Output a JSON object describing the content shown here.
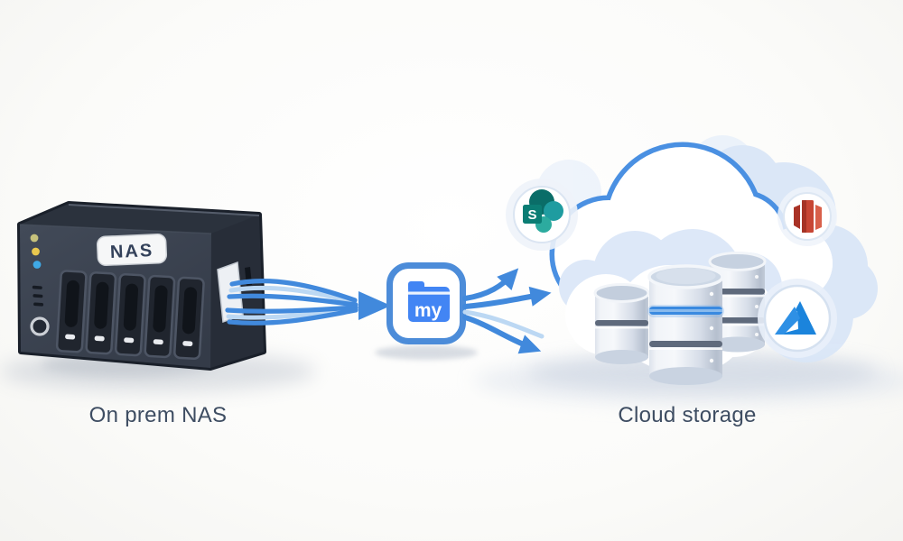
{
  "captions": {
    "on_prem": "On prem NAS",
    "cloud": "Cloud storage"
  },
  "nas": {
    "label": "NAS",
    "drive_bay_count": 5,
    "led_colors": [
      "#c6c17c",
      "#eac84e",
      "#3fa9e6"
    ]
  },
  "migration_tool": {
    "label": "my",
    "folder_color": "#4285f4",
    "border_color": "#4c8cd9"
  },
  "flow": {
    "arrow_color": "#4189dc",
    "connections": [
      {
        "from": "on-prem-nas",
        "to": "migration-tool"
      },
      {
        "from": "migration-tool",
        "to": "cloud-storage"
      }
    ]
  },
  "cloud": {
    "outline_color": "#4a90e2",
    "database_stacks": [
      {
        "segments": 2
      },
      {
        "segments": 3,
        "accent_band_color": "#3a8ae0"
      },
      {
        "segments": 3
      }
    ],
    "services": [
      {
        "id": "sharepoint",
        "letter": "S",
        "color": "#0b7d74"
      },
      {
        "id": "amazon-s3",
        "color": "#c74634"
      },
      {
        "id": "azure",
        "color": "#1b84dc"
      }
    ]
  }
}
